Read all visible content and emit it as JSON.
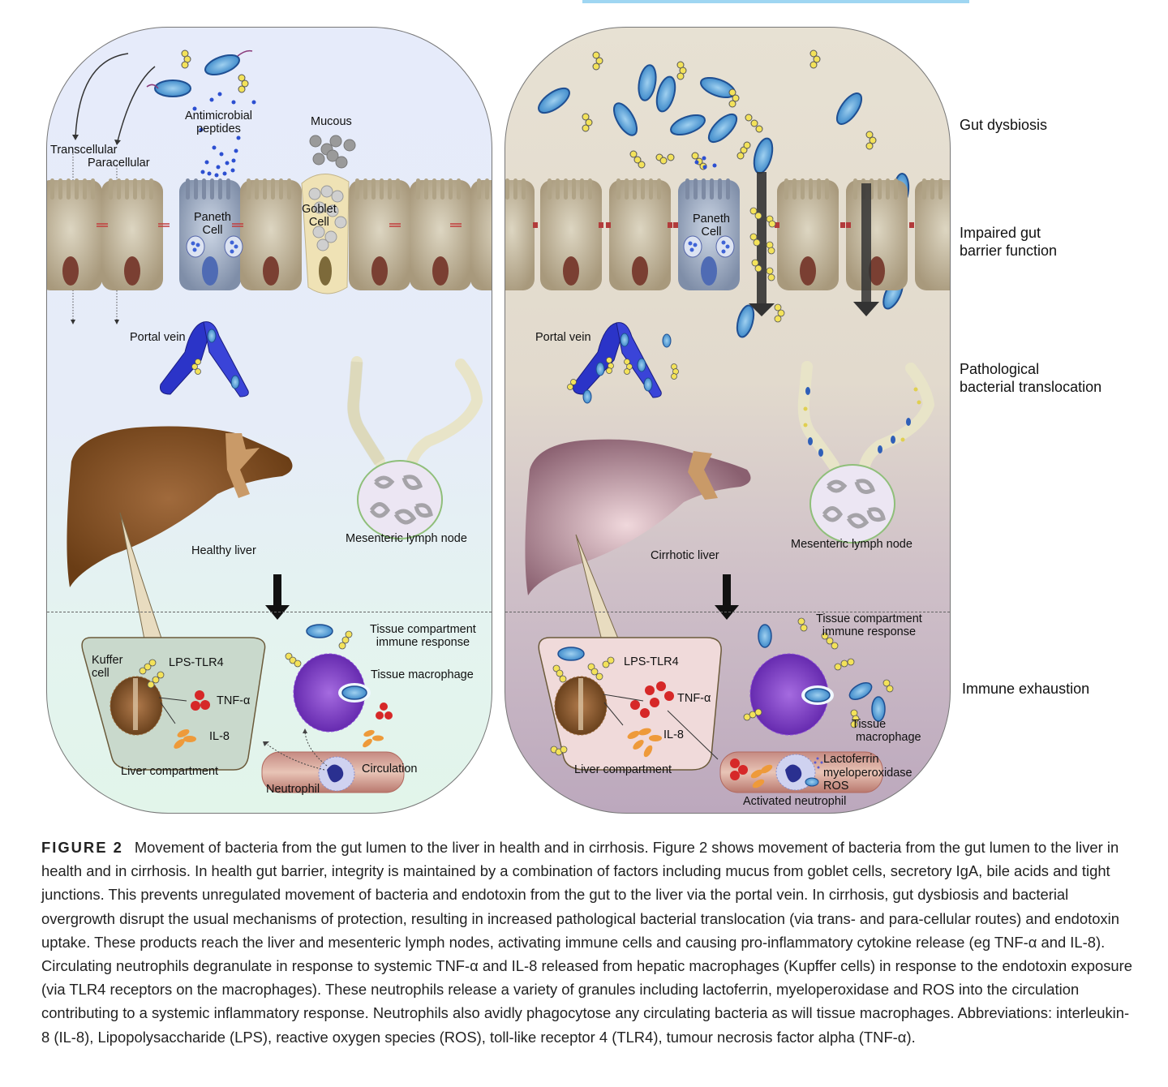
{
  "header_bar": {
    "color": "#9fd6f2"
  },
  "healthy_panel": {
    "labels": {
      "antimicrobial": "Antimicrobial\npeptides",
      "antimicrobial_line1": "Antimicrobial",
      "antimicrobial_line2": "peptides",
      "mucous": "Mucous",
      "transcellular": "Transcellular",
      "paracellular": "Paracellular",
      "paneth_line1": "Paneth",
      "paneth_line2": "Cell",
      "goblet_line1": "Goblet",
      "goblet_line2": "Cell",
      "portal_vein": "Portal vein",
      "healthy_liver": "Healthy liver",
      "mesenteric_lymph_node": "Mesenteric lymph node",
      "tissue_compartment_line1": "Tissue compartment",
      "tissue_compartment_line2": "immune response",
      "tissue_macrophage": "Tissue macrophage",
      "kuffer_line1": "Kuffer",
      "kuffer_line2": "cell",
      "lps_tlr4": "LPS-TLR4",
      "tnf": "TNF-α",
      "il8": "IL-8",
      "liver_compartment": "Liver compartment",
      "circulation": "Circulation",
      "neutrophil": "Neutrophil"
    },
    "colors": {
      "background_top": "#e6ebfa",
      "background_bottom": "#e2f5ea",
      "liver": "#7a4a1e"
    }
  },
  "cirrhosis_panel": {
    "labels": {
      "paneth_line1": "Paneth",
      "paneth_line2": "Cell",
      "portal_vein": "Portal vein",
      "cirrhotic_liver": "Cirrhotic liver",
      "mesenteric_lymph_node": "Mesenteric lymph node",
      "tissue_compartment_line1": "Tissue compartment",
      "tissue_compartment_line2": "immune response",
      "tissue_macrophage_line1": "Tissue",
      "tissue_macrophage_line2": "macrophage",
      "lps_tlr4": "LPS-TLR4",
      "tnf": "TNF-α",
      "il8": "IL-8",
      "liver_compartment": "Liver compartment",
      "lactoferrin": "Lactoferrin",
      "myeloperoxidase": "myeloperoxidase",
      "ros": "ROS",
      "activated_neutrophil": "Activated neutrophil"
    },
    "colors": {
      "background_top": "#e7e1d3",
      "background_bottom": "#bca8bd",
      "liver": "#9a7382"
    }
  },
  "side_labels": {
    "gut_dysbiosis": "Gut dysbiosis",
    "impaired_line1": "Impaired gut",
    "impaired_line2": "barrier function",
    "pathological_line1": "Pathological",
    "pathological_line2": "bacterial translocation",
    "immune_exhaustion": "Immune exhaustion"
  },
  "caption": {
    "figure_label": "FIGURE 2",
    "text": "Movement of bacteria from the gut lumen to the liver in health and in cirrhosis. Figure 2 shows movement of bacteria from the gut lumen to the liver in health and in cirrhosis. In health gut barrier, integrity is maintained by a combination of factors including mucus from goblet cells, secretory IgA, bile acids and tight junctions. This prevents unregulated movement of bacteria and endotoxin from the gut to the liver via the portal vein. In cirrhosis, gut dysbiosis and bacterial overgrowth disrupt the usual mechanisms of protection, resulting in increased pathological bacterial translocation (via trans- and para-cellular routes) and endotoxin uptake. These products reach the liver and mesenteric lymph nodes, activating immune cells and causing pro-inflammatory cytokine release (eg TNF-α and IL-8). Circulating neutrophils degranulate in response to systemic TNF-α and IL-8 released from hepatic macrophages (Kupffer cells) in response to the endotoxin exposure (via TLR4 receptors on the macrophages). These neutrophils release a variety of granules including lactoferrin, myeloperoxidase and ROS into the circulation contributing to a systemic inflammatory response. Neutrophils also avidly phagocytose any circulating bacteria as will tissue macrophages. Abbreviations: interleukin-8 (IL-8), Lipopolysaccharide (LPS), reactive oxygen species (ROS), toll-like receptor 4 (TLR4), tumour necrosis factor alpha (TNF-α)."
  }
}
